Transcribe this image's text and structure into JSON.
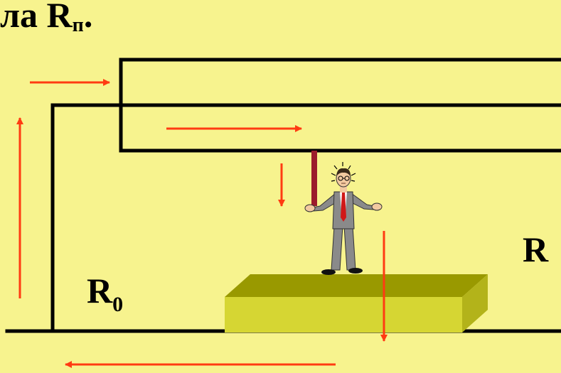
{
  "title": {
    "prefix": "ла R",
    "subscript": "п",
    "suffix": "."
  },
  "labels": {
    "r0_letter": "R",
    "r0_subscript": "0",
    "r_right": "R"
  },
  "colors": {
    "background": "#f7f38e",
    "wire": "#000000",
    "current_arrow": "#ff3b12",
    "touch_post": "#9b1c2c",
    "platform_top": "#999900",
    "platform_front": "#d6d633",
    "platform_side": "#b3b31a"
  },
  "figure": {
    "icon": "person-shrugging-icon"
  }
}
